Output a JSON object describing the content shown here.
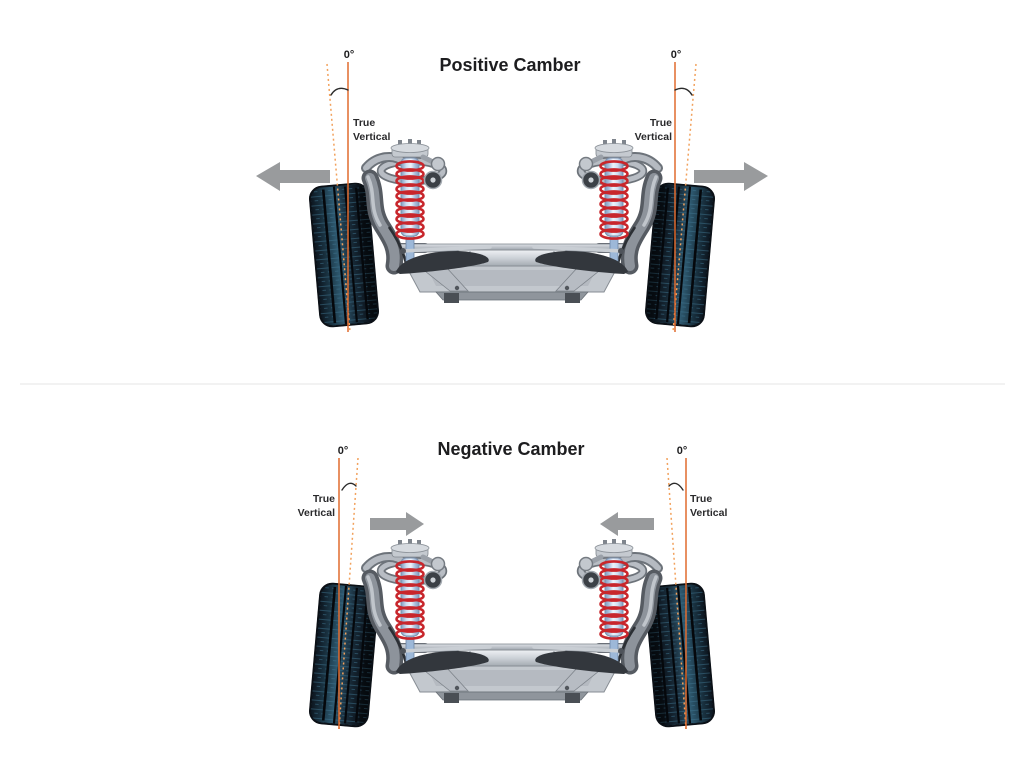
{
  "page": {
    "background_color": "#ffffff",
    "description": "Front suspension wheel alignment comparison: positive camber vs negative camber"
  },
  "colors": {
    "true_vertical_line": "#e06b2f",
    "camber_axis_dashed_line": "#f2a15c",
    "arrow": "#999b9d",
    "coil_spring": "#c8262c",
    "strut_body": "#a9c0dd",
    "tire_dark": "#14222e",
    "tire_highlight": "#2e5970",
    "frame_metal": "#b7bcc3",
    "text": "#1d1d1f",
    "divider": "#e6e6e6"
  },
  "diagrams": [
    {
      "id": "positive-camber",
      "title": "Positive Camber",
      "angle_label": "0°",
      "true_vertical": [
        "True",
        "Vertical"
      ],
      "wheel_tilt": "tops of wheels lean outward",
      "arrow_direction": "outward"
    },
    {
      "id": "negative-camber",
      "title": "Negative Camber",
      "angle_label": "0°",
      "true_vertical": [
        "True",
        "Vertical"
      ],
      "wheel_tilt": "tops of wheels lean inward",
      "arrow_direction": "inward"
    }
  ]
}
